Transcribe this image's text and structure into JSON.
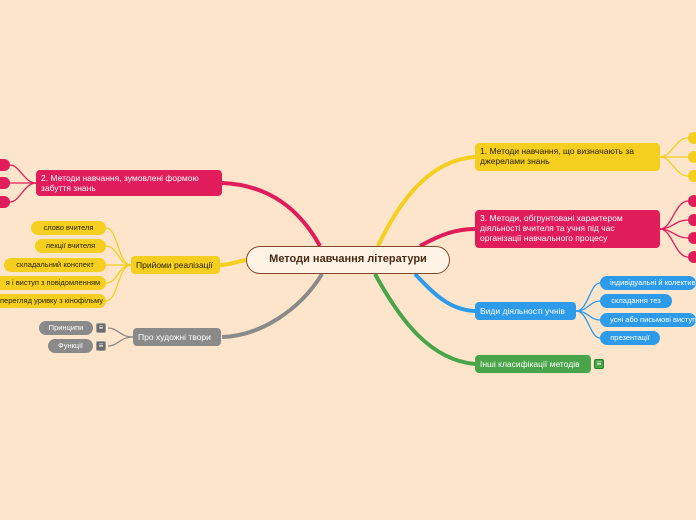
{
  "root": {
    "label": "Методи навчання літератури"
  },
  "right": {
    "sources": {
      "label": "1.     Методи навчання, що визначають за джерелами знань"
    },
    "activity": {
      "label": "3.     Методи, обгрунтовані характером діяльності вчителя та учня під час організації навчального процесу"
    },
    "student_activities": {
      "label": "Види діяльності учнів",
      "children": [
        "індивідуальні й колективні",
        "складання тез",
        "усні або письмові виступи",
        "презентації"
      ]
    },
    "other": {
      "label": "Інші класифікації методів"
    }
  },
  "left": {
    "goals": {
      "label": "2.     Методи навчання, зумовлені формою забуття знань"
    },
    "techniques": {
      "label": "Прийоми реалізації",
      "children": [
        "слово вчителя",
        "лекції вчителя",
        "складальний конспект",
        "я і виступ з повідомленням",
        "перегляд уривку з кінофільму"
      ]
    },
    "works": {
      "label": "Про художні твори",
      "children": [
        "Принципи",
        "Функції"
      ]
    }
  },
  "colors": {
    "background": "#fde5cc",
    "yellow": "#f4cf1f",
    "red": "#e11c5a",
    "blue": "#2d9bea",
    "green": "#4aa54a",
    "gray": "#8a8a8a"
  },
  "icons": {
    "note": "notes-icon"
  }
}
